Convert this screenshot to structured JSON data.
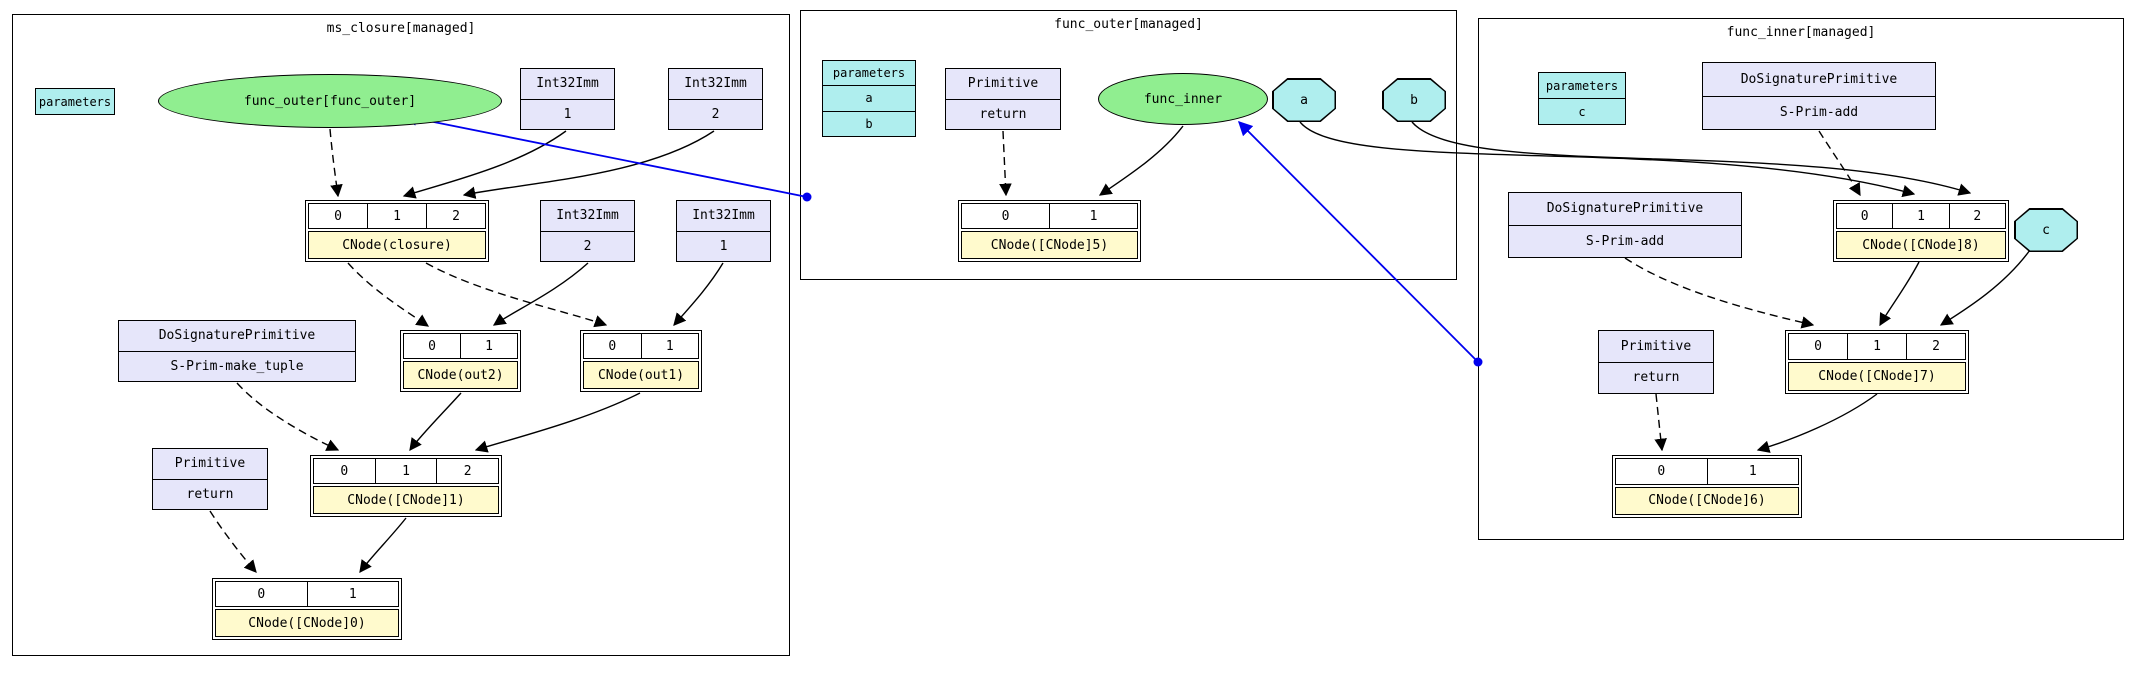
{
  "colors": {
    "node_green": "#90EE90",
    "node_lavender": "#E6E6FA",
    "node_yellow": "#FFFACD",
    "node_cyan": "#AFEEEE",
    "edge_blue": "#0000EE",
    "edge_black": "#000000"
  },
  "clusters": {
    "ms_closure": {
      "title": "ms_closure[managed]",
      "parameters_label": "parameters",
      "func_outer_ellipse": "func_outer[func_outer]",
      "imm1_top": {
        "type": "Int32Imm",
        "value": "1"
      },
      "imm2_top": {
        "type": "Int32Imm",
        "value": "2"
      },
      "imm2_mid": {
        "type": "Int32Imm",
        "value": "2"
      },
      "imm1_mid": {
        "type": "Int32Imm",
        "value": "1"
      },
      "make_tuple": {
        "type": "DoSignaturePrimitive",
        "value": "S-Prim-make_tuple"
      },
      "prim_return": {
        "type": "Primitive",
        "value": "return"
      },
      "cnode_closure": {
        "ports": [
          "0",
          "1",
          "2"
        ],
        "label": "CNode(closure)"
      },
      "cnode_out2": {
        "ports": [
          "0",
          "1"
        ],
        "label": "CNode(out2)"
      },
      "cnode_out1": {
        "ports": [
          "0",
          "1"
        ],
        "label": "CNode(out1)"
      },
      "cnode_1": {
        "ports": [
          "0",
          "1",
          "2"
        ],
        "label": "CNode([CNode]1)"
      },
      "cnode_0": {
        "ports": [
          "0",
          "1"
        ],
        "label": "CNode([CNode]0)"
      }
    },
    "func_outer": {
      "title": "func_outer[managed]",
      "params": {
        "header": "parameters",
        "rows": [
          "a",
          "b"
        ]
      },
      "prim_return": {
        "type": "Primitive",
        "value": "return"
      },
      "func_inner_ellipse": "func_inner",
      "cnode_5": {
        "ports": [
          "0",
          "1"
        ],
        "label": "CNode([CNode]5)"
      },
      "param_a": "a",
      "param_b": "b"
    },
    "func_inner": {
      "title": "func_inner[managed]",
      "params": {
        "header": "parameters",
        "rows": [
          "c"
        ]
      },
      "sprim_add_top": {
        "type": "DoSignaturePrimitive",
        "value": "S-Prim-add"
      },
      "sprim_add_left": {
        "type": "DoSignaturePrimitive",
        "value": "S-Prim-add"
      },
      "prim_return": {
        "type": "Primitive",
        "value": "return"
      },
      "cnode_8": {
        "ports": [
          "0",
          "1",
          "2"
        ],
        "label": "CNode([CNode]8)"
      },
      "cnode_7": {
        "ports": [
          "0",
          "1",
          "2"
        ],
        "label": "CNode([CNode]7)"
      },
      "cnode_6": {
        "ports": [
          "0",
          "1"
        ],
        "label": "CNode([CNode]6)"
      },
      "param_c": "c"
    }
  }
}
